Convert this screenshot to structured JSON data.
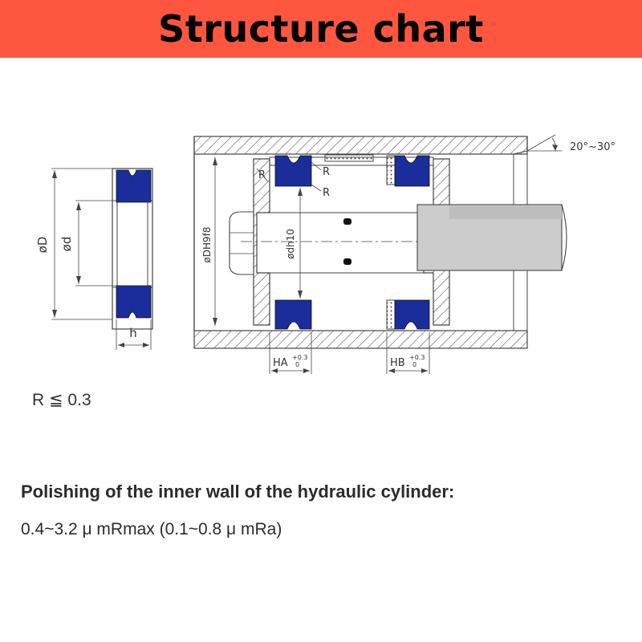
{
  "header": {
    "title": "Structure chart",
    "background": "#ff5640"
  },
  "colors": {
    "seal": "#1a2d9a",
    "line": "#333333"
  },
  "labels": {
    "outer_diameter": "øD",
    "inner_diameter": "ød",
    "height": "h",
    "bore": "øDH9f8",
    "rod": "ødh10",
    "radius": "R",
    "angle": "20°~30°",
    "ha": "HA",
    "hb": "HB",
    "tol_upper": "+0.3",
    "tol_lower": "0"
  },
  "notes": {
    "radius_limit": "R ≦ 0.3",
    "polishing_heading": "Polishing of the inner wall of the hydraulic cylinder:",
    "polishing_value": "0.4~3.2 μ mRmax (0.1~0.8 μ mRa)"
  }
}
